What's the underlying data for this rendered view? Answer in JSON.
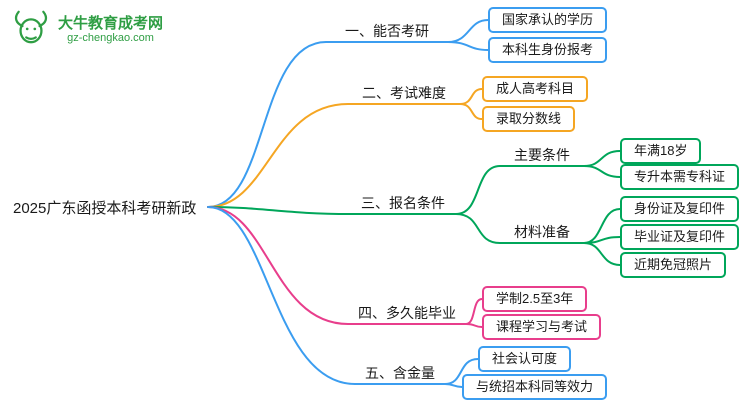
{
  "logo": {
    "name": "大牛教育成考网",
    "domain": "gz-chengkao.com",
    "color": "#2f9e44"
  },
  "topic": {
    "label": "2025广东函授本科考研新政"
  },
  "branches": [
    {
      "label": "一、能否考研",
      "color": "#3b9df0",
      "children": [
        {
          "label": "国家承认的学历"
        },
        {
          "label": "本科生身份报考"
        }
      ]
    },
    {
      "label": "二、考试难度",
      "color": "#f5a623",
      "children": [
        {
          "label": "成人高考科目"
        },
        {
          "label": "录取分数线"
        }
      ]
    },
    {
      "label": "三、报名条件",
      "color": "#00a65a",
      "children": [
        {
          "label": "主要条件",
          "children": [
            {
              "label": "年满18岁"
            },
            {
              "label": "专升本需专科证"
            }
          ]
        },
        {
          "label": "材料准备",
          "children": [
            {
              "label": "身份证及复印件"
            },
            {
              "label": "毕业证及复印件"
            },
            {
              "label": "近期免冠照片"
            }
          ]
        }
      ]
    },
    {
      "label": "四、多久能毕业",
      "color": "#e83e8c",
      "children": [
        {
          "label": "学制2.5至3年"
        },
        {
          "label": "课程学习与考试"
        }
      ]
    },
    {
      "label": "五、含金量",
      "color": "#3b9df0",
      "children": [
        {
          "label": "社会认可度"
        },
        {
          "label": "与统招本科同等效力"
        }
      ]
    }
  ]
}
